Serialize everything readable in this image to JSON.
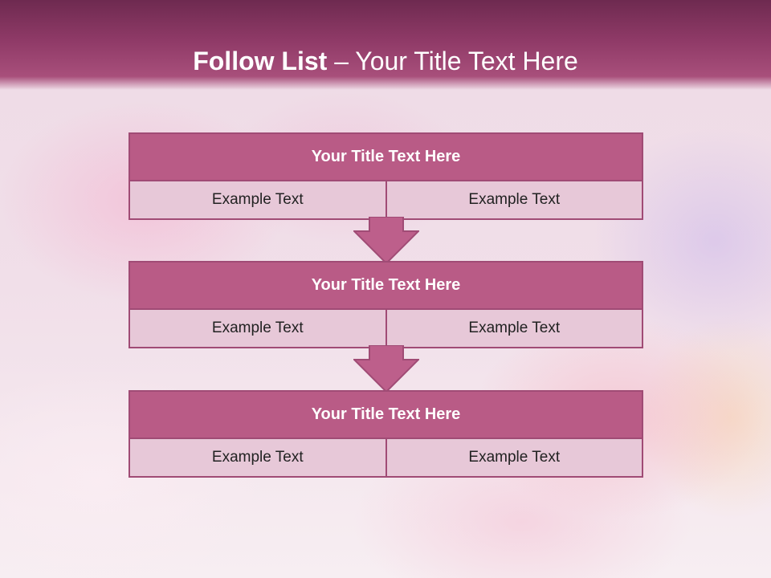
{
  "header": {
    "title_strong": "Follow List ",
    "title_rest": " – Your Title Text Here"
  },
  "blocks": [
    {
      "title": "Your Title Text Here",
      "cells": [
        "Example Text",
        "Example Text"
      ]
    },
    {
      "title": "Your Title Text Here",
      "cells": [
        "Example Text",
        "Example Text"
      ]
    },
    {
      "title": "Your Title Text Here",
      "cells": [
        "Example Text",
        "Example Text"
      ]
    }
  ],
  "colors": {
    "header": "#8f3a67",
    "block_title": "#b95b86",
    "cell": "#e7c8d8",
    "border": "#a04b75",
    "arrow": "#bd5f8b"
  }
}
